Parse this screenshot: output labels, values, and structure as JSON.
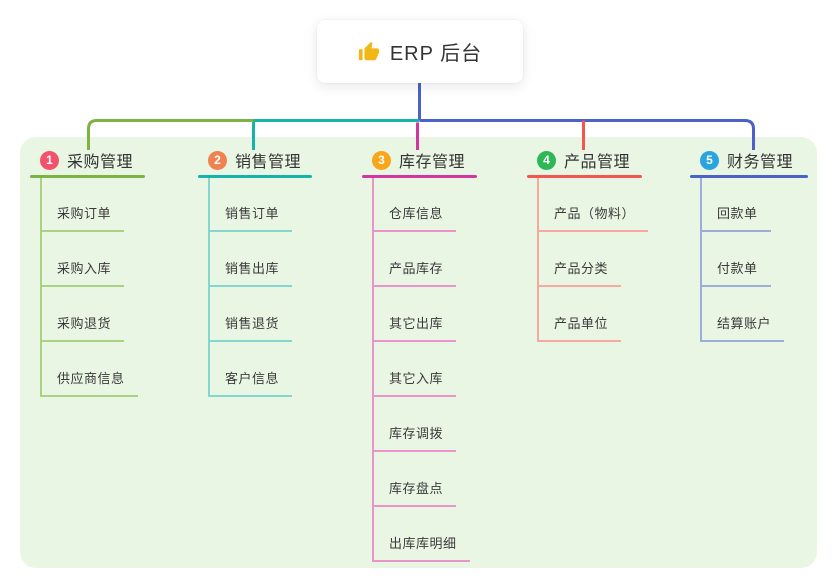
{
  "root": {
    "title": "ERP 后台",
    "icon": "thumbs-up-icon",
    "icon_color": "#f2b714"
  },
  "panel_color": "#e9f6e4",
  "branches": [
    {
      "index": "1",
      "title": "采购管理",
      "badge_color": "#f4516c",
      "line_color": "#7cb342",
      "child_line_color": "#a9d285",
      "children": [
        "采购订单",
        "采购入库",
        "采购退货",
        "供应商信息"
      ]
    },
    {
      "index": "2",
      "title": "销售管理",
      "badge_color": "#ef8250",
      "line_color": "#16b3aa",
      "child_line_color": "#84d6cf",
      "children": [
        "销售订单",
        "销售出库",
        "销售退货",
        "客户信息"
      ]
    },
    {
      "index": "3",
      "title": "库存管理",
      "badge_color": "#f9a61a",
      "line_color": "#d136a1",
      "child_line_color": "#e995cb",
      "children": [
        "仓库信息",
        "产品库存",
        "其它出库",
        "其它入库",
        "库存调拨",
        "库存盘点",
        "出库库明细"
      ]
    },
    {
      "index": "4",
      "title": "产品管理",
      "badge_color": "#2db757",
      "line_color": "#f4564f",
      "child_line_color": "#f7a8a0",
      "children": [
        "产品（物料）",
        "产品分类",
        "产品单位"
      ]
    },
    {
      "index": "5",
      "title": "财务管理",
      "badge_color": "#29a4de",
      "line_color": "#4a62c9",
      "child_line_color": "#9cadda",
      "children": [
        "回款单",
        "付款单",
        "结算账户"
      ]
    }
  ]
}
